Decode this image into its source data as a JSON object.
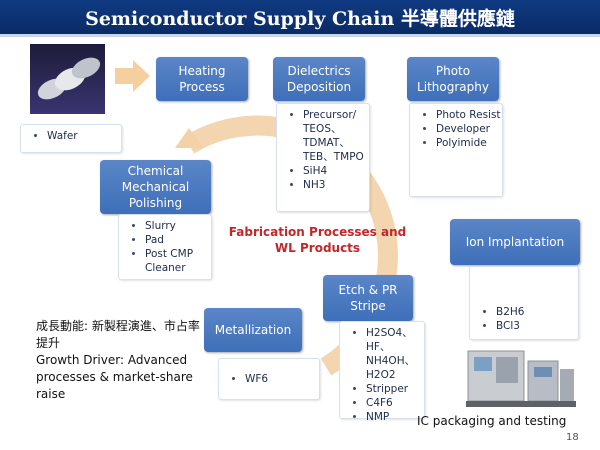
{
  "title": "Semiconductor Supply Chain  半導體供應鏈",
  "steps": {
    "heating": "Heating Process",
    "dielectrics": "Dielectrics Deposition",
    "photo": "Photo Lithography",
    "cmp": "Chemical Mechanical Polishing",
    "ion": "Ion Implantation",
    "etch": "Etch & PR Stripe",
    "metal": "Metallization"
  },
  "lists": {
    "wafer": [
      "Wafer"
    ],
    "dielectrics": [
      "Precursor/ TEOS、TDMAT、TEB、TMPO",
      "SiH4",
      "NH3"
    ],
    "photo": [
      "Photo Resist",
      "Developer",
      "Polyimide"
    ],
    "cmp": [
      "Slurry",
      "Pad",
      "Post CMP Cleaner"
    ],
    "ion": [
      "B2H6",
      "BCl3"
    ],
    "etch": [
      "H2SO4、HF、NH4OH、H2O2",
      "Stripper",
      "C4F6",
      "NMP"
    ],
    "metal": [
      "WF6"
    ]
  },
  "center_label": "Fabrication Processes and WL Products",
  "growth": [
    "成長動能: 新製程演進、市占率提升",
    "Growth Driver: Advanced processes & market-share raise"
  ],
  "ic_caption": "IC packaging and testing",
  "page_number": "18"
}
